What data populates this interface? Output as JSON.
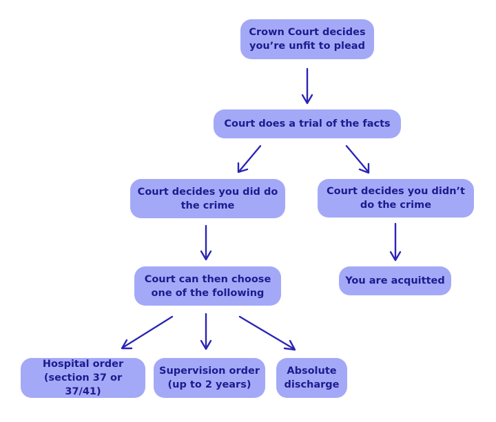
{
  "nodes": {
    "unfit": "Crown Court decides\nyou’re unfit to plead",
    "trial": "Court does a trial of the facts",
    "did": "Court decides you did do\nthe crime",
    "didnt": "Court decides you didn’t\ndo the crime",
    "choose": "Court can then choose\none of the following",
    "acquitted": "You are acquitted",
    "hospital": "Hospital order\n(section 37 or 37/41)",
    "supervision": "Supervision order\n(up to 2 years)",
    "absolute": "Absolute\ndischarge"
  },
  "colors": {
    "box": "#a3a9f7",
    "text": "#1f1a8f",
    "arrow": "#2a23b5"
  }
}
